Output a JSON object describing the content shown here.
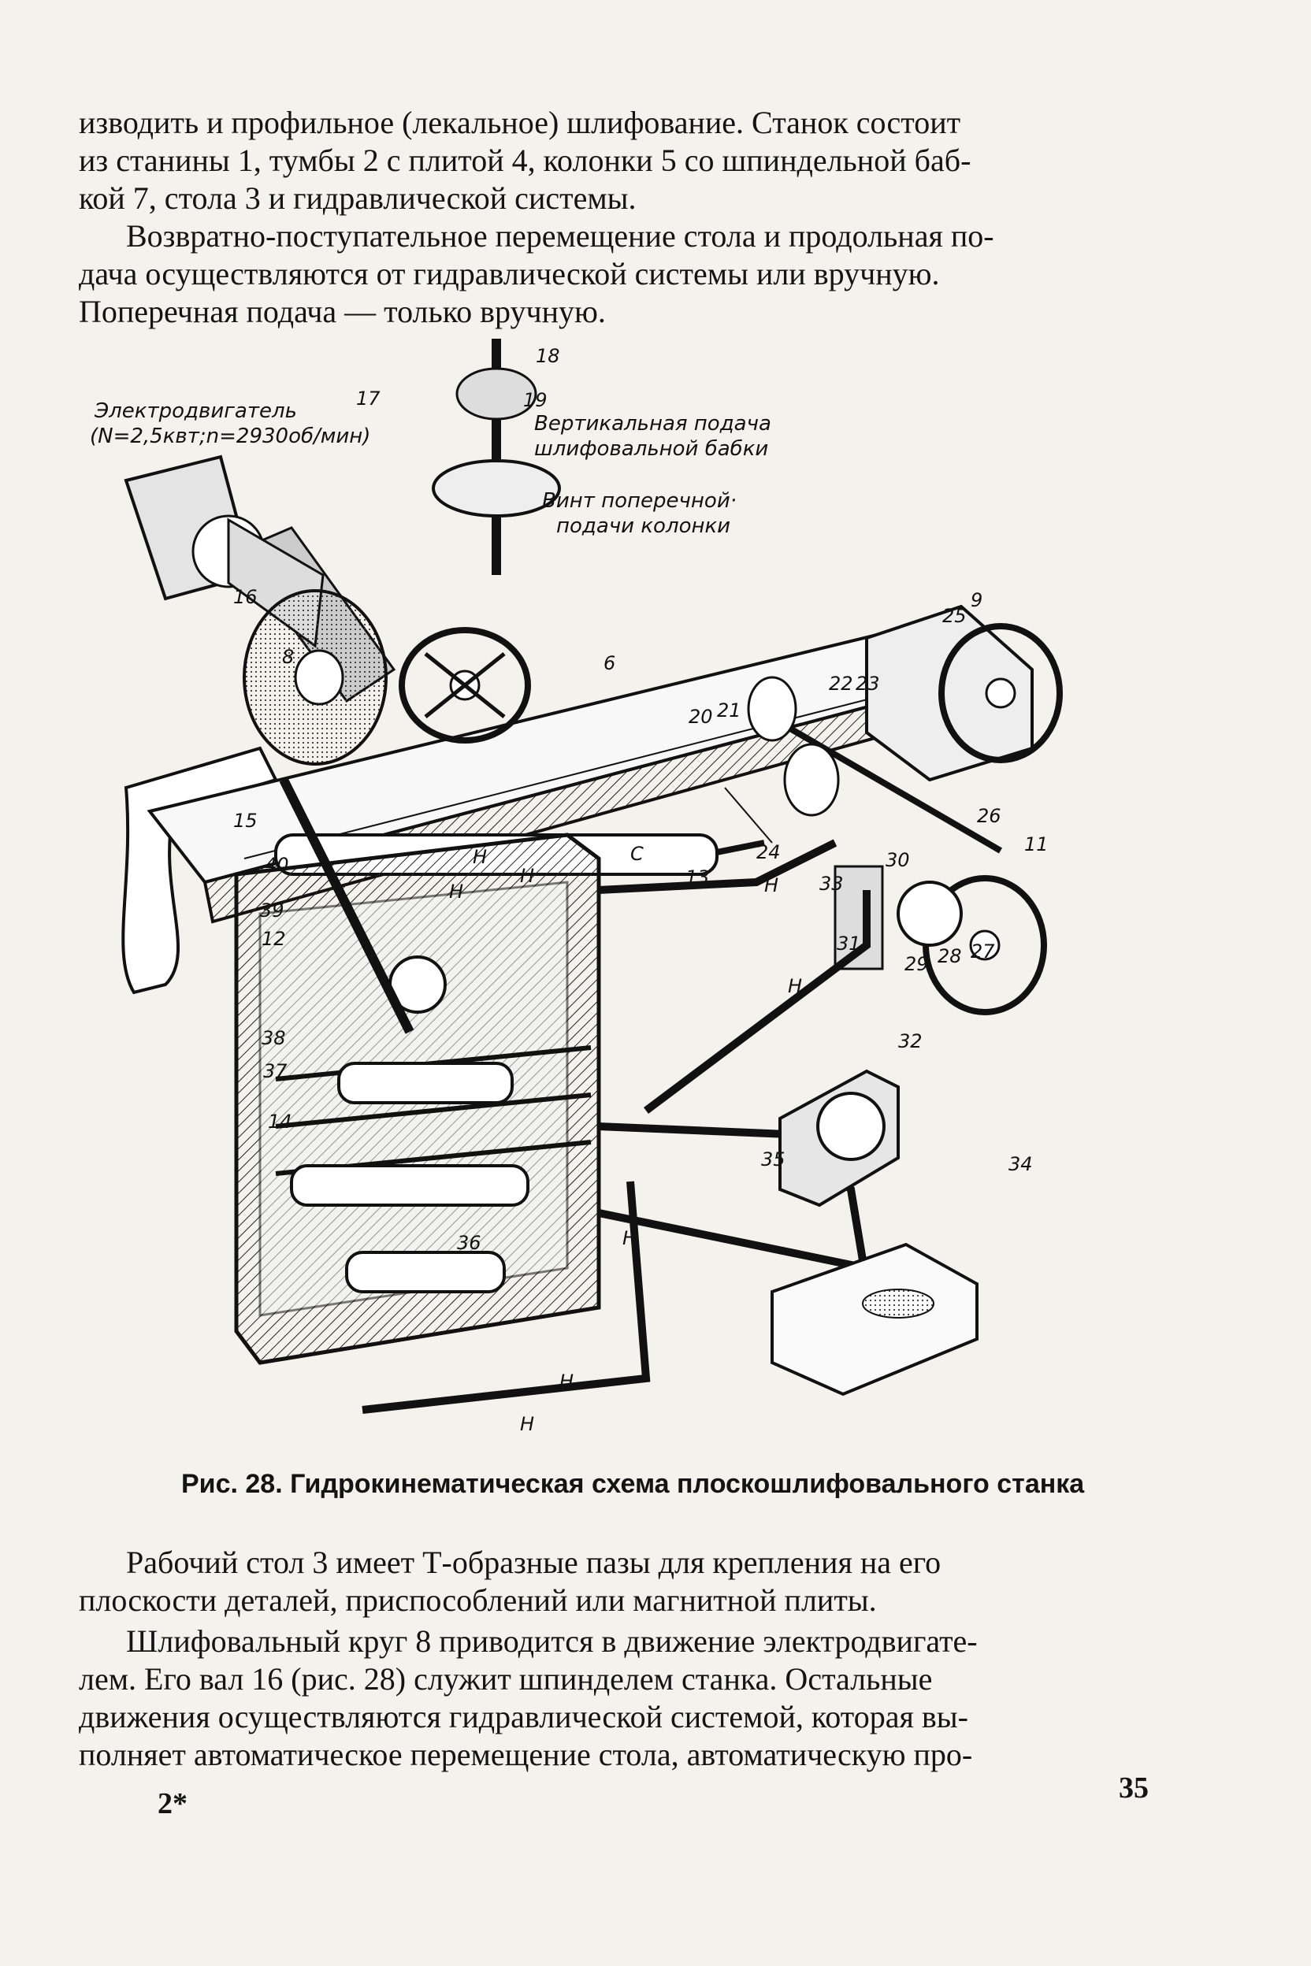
{
  "text": {
    "paragraph1": [
      "изводить и профильное (лекальное) шлифование. Станок состоит",
      "из станины 1, тумбы 2 с плитой 4, колонки 5 со шпиндельной баб-",
      "кой 7, стола 3 и гидравлической системы."
    ],
    "paragraph2": [
      "Возвратно-поступательное перемещение стола и продольная по-",
      "дача осуществляются от гидравлической системы или вручную.",
      "Поперечная подача — только вручную."
    ],
    "paragraph3": [
      "Рабочий стол 3 имеет Т-образные пазы для крепления на его",
      "плоскости деталей, приспособлений или магнитной плиты."
    ],
    "paragraph4": [
      "Шлифовальный круг 8 приводится в движение электродвигате-",
      "лем. Его вал 16 (рис. 28) служит шпинделем станка. Остальные",
      "движения осуществляются гидравлической системой, которая вы-",
      "полняет автоматическое перемещение стола, автоматическую про-"
    ]
  },
  "figure": {
    "caption_number": "Рис. 28.",
    "caption_text": "Гидрокинематическая схема плоскошлифовального станка",
    "annotations": {
      "motor_line1": "Электродвигатель",
      "motor_line2": "(N=2,5квт;n=2930об/мин)",
      "vertical_feed_line1": "Вертикальная подача",
      "vertical_feed_line2": "шлифовальной бабки",
      "cross_feed_line1": "Винт поперечной·",
      "cross_feed_line2": "подачи колонки"
    },
    "part_numbers": [
      "18",
      "17",
      "19",
      "16",
      "6",
      "8",
      "25",
      "9",
      "22",
      "23",
      "20",
      "21",
      "15",
      "26",
      "40",
      "24",
      "11",
      "13",
      "33",
      "30",
      "39",
      "12",
      "31",
      "29",
      "28",
      "27",
      "38",
      "32",
      "37",
      "14",
      "35",
      "34",
      "36"
    ],
    "flow_labels": [
      "Н",
      "Н",
      "Н",
      "С",
      "Н",
      "Н",
      "Н",
      "Н",
      "Н"
    ]
  },
  "footer": {
    "signature_mark": "2*",
    "page_number": "35"
  }
}
